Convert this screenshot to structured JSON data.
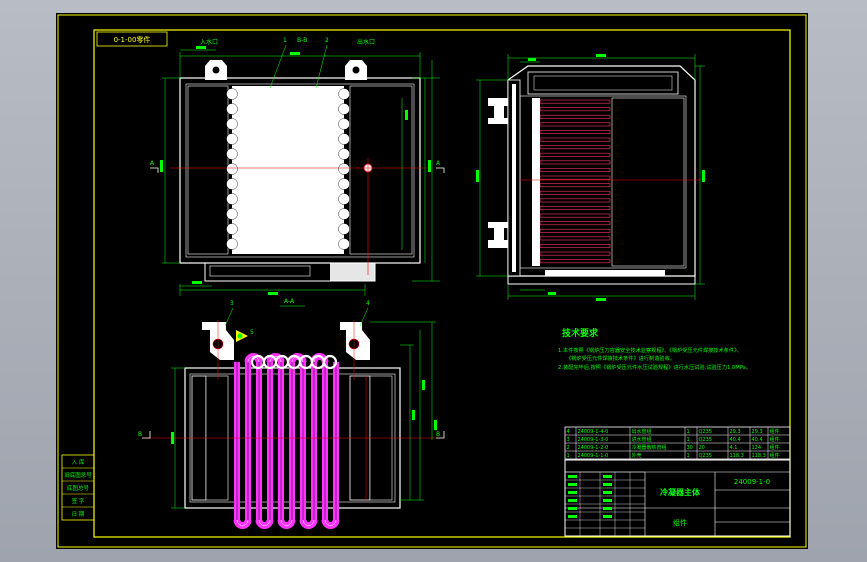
{
  "title_box": "0-1-00零件",
  "front_view": {
    "inlet_label": "入水口",
    "outlet_label": "出水口",
    "leader_1": "1",
    "leader_2": "2",
    "section_label": "B-B",
    "section_mark_left": "A",
    "section_mark_right": "A"
  },
  "section_view": {
    "title": "A-A",
    "leader_3": "3",
    "leader_4": "4",
    "leader_5": "5",
    "mark_b_left": "B",
    "mark_b_right": "B"
  },
  "tech_req": {
    "title": "技术要求",
    "lines": [
      "1.本件按照《锅炉压力容器安全技术监察规程》、《锅炉受压元件焊接技术条件》、",
      "《锅炉受压元件焊接技术条件》进行制造验收。",
      "2.装配完毕后,按照《锅炉受压元件水压试验规程》进行水压试验,试验压力1.0MPa。"
    ]
  },
  "parts_list": {
    "rows": [
      [
        "4",
        "24009-1-4-0",
        "出水管组",
        "1",
        "Q235",
        "29.3",
        "29.3",
        "组件"
      ],
      [
        "3",
        "24009-1-3-0",
        "进水管组",
        "1",
        "Q235",
        "40.4",
        "40.4",
        "组件"
      ],
      [
        "2",
        "24009-1-2-0",
        "冷凝器散热管组",
        "30",
        "20",
        "4.1",
        "124",
        "组件"
      ],
      [
        "1",
        "24009-1-1-0",
        "外壳",
        "1",
        "Q235",
        "118.3",
        "118.3",
        "组件"
      ]
    ]
  },
  "title_block": {
    "drawing_no": "24009-1-0",
    "name": "冷凝器主体",
    "assembly": "组件"
  },
  "side_table": {
    "rows": [
      "入 库",
      "旧底图总号",
      "底图总号",
      "签 字",
      "日 期"
    ]
  },
  "colors": {
    "background": "#000000",
    "frame": "#ffff00",
    "geometry": "#ffffff",
    "dimension": "#00ff00",
    "centerline": "#ff0000",
    "tubes": "#ff33ff",
    "sheet": "#a8adb5"
  }
}
